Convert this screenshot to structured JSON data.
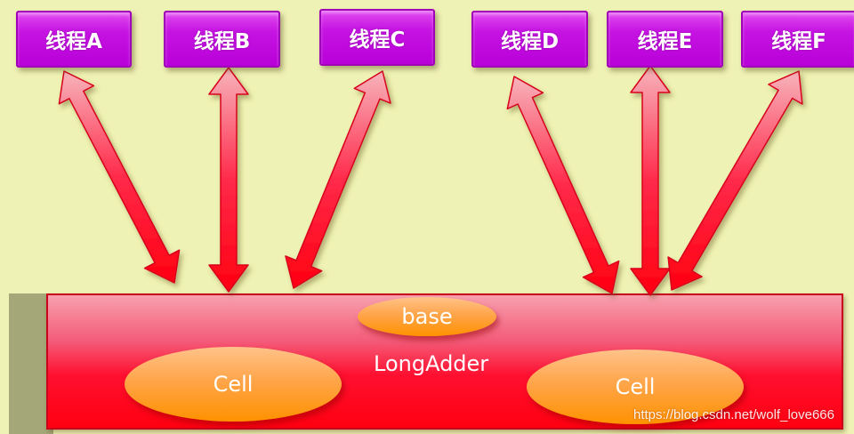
{
  "diagram": {
    "threads": [
      {
        "label": "线程A"
      },
      {
        "label": "线程B"
      },
      {
        "label": "线程C"
      },
      {
        "label": "线程D"
      },
      {
        "label": "线程E"
      },
      {
        "label": "线程F"
      }
    ],
    "container": {
      "label": "LongAdder"
    },
    "base": {
      "label": "base"
    },
    "cells": [
      {
        "label": "Cell"
      },
      {
        "label": "Cell"
      }
    ],
    "connections": [
      {
        "from": "线程A",
        "to": "Cell 1",
        "type": "bidirectional"
      },
      {
        "from": "线程B",
        "to": "Cell 1",
        "type": "bidirectional"
      },
      {
        "from": "线程C",
        "to": "Cell 1",
        "type": "bidirectional"
      },
      {
        "from": "线程D",
        "to": "Cell 2",
        "type": "bidirectional"
      },
      {
        "from": "线程E",
        "to": "Cell 2",
        "type": "bidirectional"
      },
      {
        "from": "线程F",
        "to": "Cell 2",
        "type": "bidirectional"
      }
    ],
    "colors": {
      "background": "#eef2b4",
      "thread_box": "#c614e2",
      "container": "#ff1030",
      "ellipse": "#ffa54a",
      "arrow": "#ff0020"
    }
  },
  "watermark": "https://blog.csdn.net/wolf_love666"
}
